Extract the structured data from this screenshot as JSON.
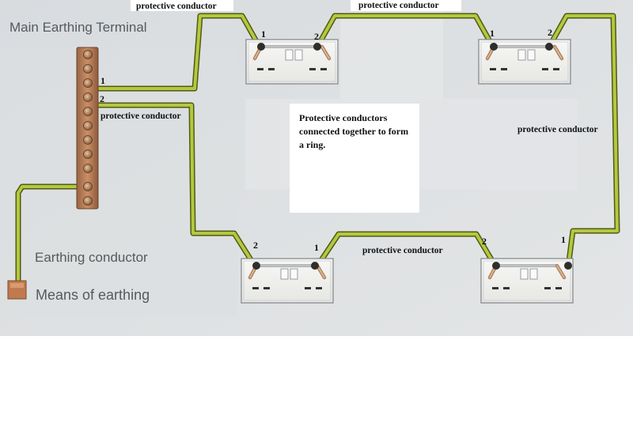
{
  "labels": {
    "main_earthing_terminal": "Main Earthing Terminal",
    "earthing_conductor": "Earthing conductor",
    "means_of_earthing": "Means of earthing",
    "pc_top_left": "protective conductor",
    "pc_top_mid": "protective conductor",
    "pc_terminal": "protective conductor",
    "pc_right": "protective conductor",
    "pc_bottom": "protective conductor",
    "note": "Protective conductors connected together to form a ring.",
    "terminal_1": "1",
    "terminal_2": "2"
  },
  "numbers": {
    "s1_left": "1",
    "s1_right": "2",
    "s2_left": "1",
    "s2_right": "2",
    "s3_left": "2",
    "s3_right": "1",
    "s4_left": "2",
    "s4_right": "1"
  },
  "colors": {
    "background": "#dfe2e4",
    "conductor_green": "#b4c83e",
    "conductor_dark": "#4f5a16",
    "copper_bar": "#b07a55",
    "socket_face": "#f3f3f1"
  }
}
